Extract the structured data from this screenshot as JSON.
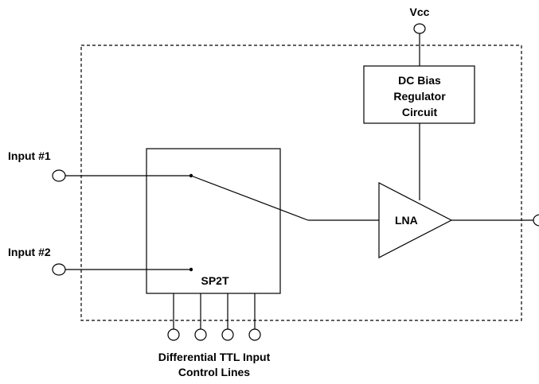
{
  "labels": {
    "vcc": "Vcc",
    "dc_bias_line1": "DC Bias",
    "dc_bias_line2": "Regulator",
    "dc_bias_line3": "Circuit",
    "input1": "Input #1",
    "input2": "Input #2",
    "switch": "SP2T",
    "amplifier": "LNA",
    "control_line1": "Differential TTL Input",
    "control_line2": "Control Lines"
  }
}
